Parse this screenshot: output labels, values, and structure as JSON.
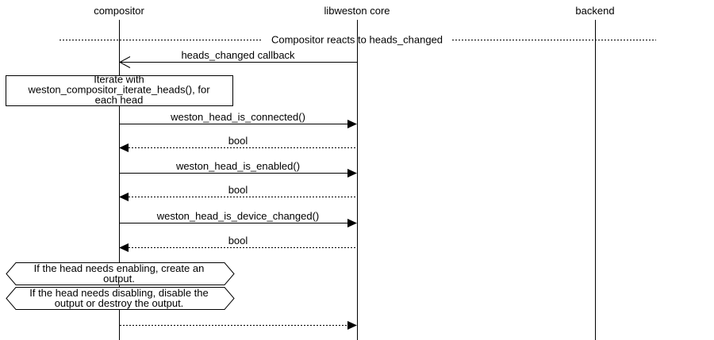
{
  "diagram": {
    "title": "Compositor reacts to heads_changed",
    "actors": [
      {
        "label": "compositor"
      },
      {
        "label": "libweston core"
      },
      {
        "label": "backend"
      }
    ],
    "divider": {
      "label": "Compositor reacts to heads_changed"
    },
    "messages": {
      "callback": {
        "label": "heads_changed callback"
      },
      "iterate_note": {
        "lines": [
          "Iterate with",
          "weston_compositor_iterate_heads(), for",
          "each head"
        ]
      },
      "call_connected": {
        "label": "weston_head_is_connected()"
      },
      "return_connected": {
        "label": "bool"
      },
      "call_enabled": {
        "label": "weston_head_is_enabled()"
      },
      "return_enabled": {
        "label": "bool"
      },
      "call_device_changed": {
        "label": "weston_head_is_device_changed()"
      },
      "return_device_changed": {
        "label": "bool"
      },
      "note_enabling": {
        "lines": [
          "If the head needs enabling, create an",
          "output."
        ]
      },
      "note_disabling": {
        "lines": [
          "If the head needs disabling, disable the",
          "output or destroy the output."
        ]
      }
    },
    "colors": {
      "line": "#000000",
      "background": "#ffffff"
    }
  }
}
